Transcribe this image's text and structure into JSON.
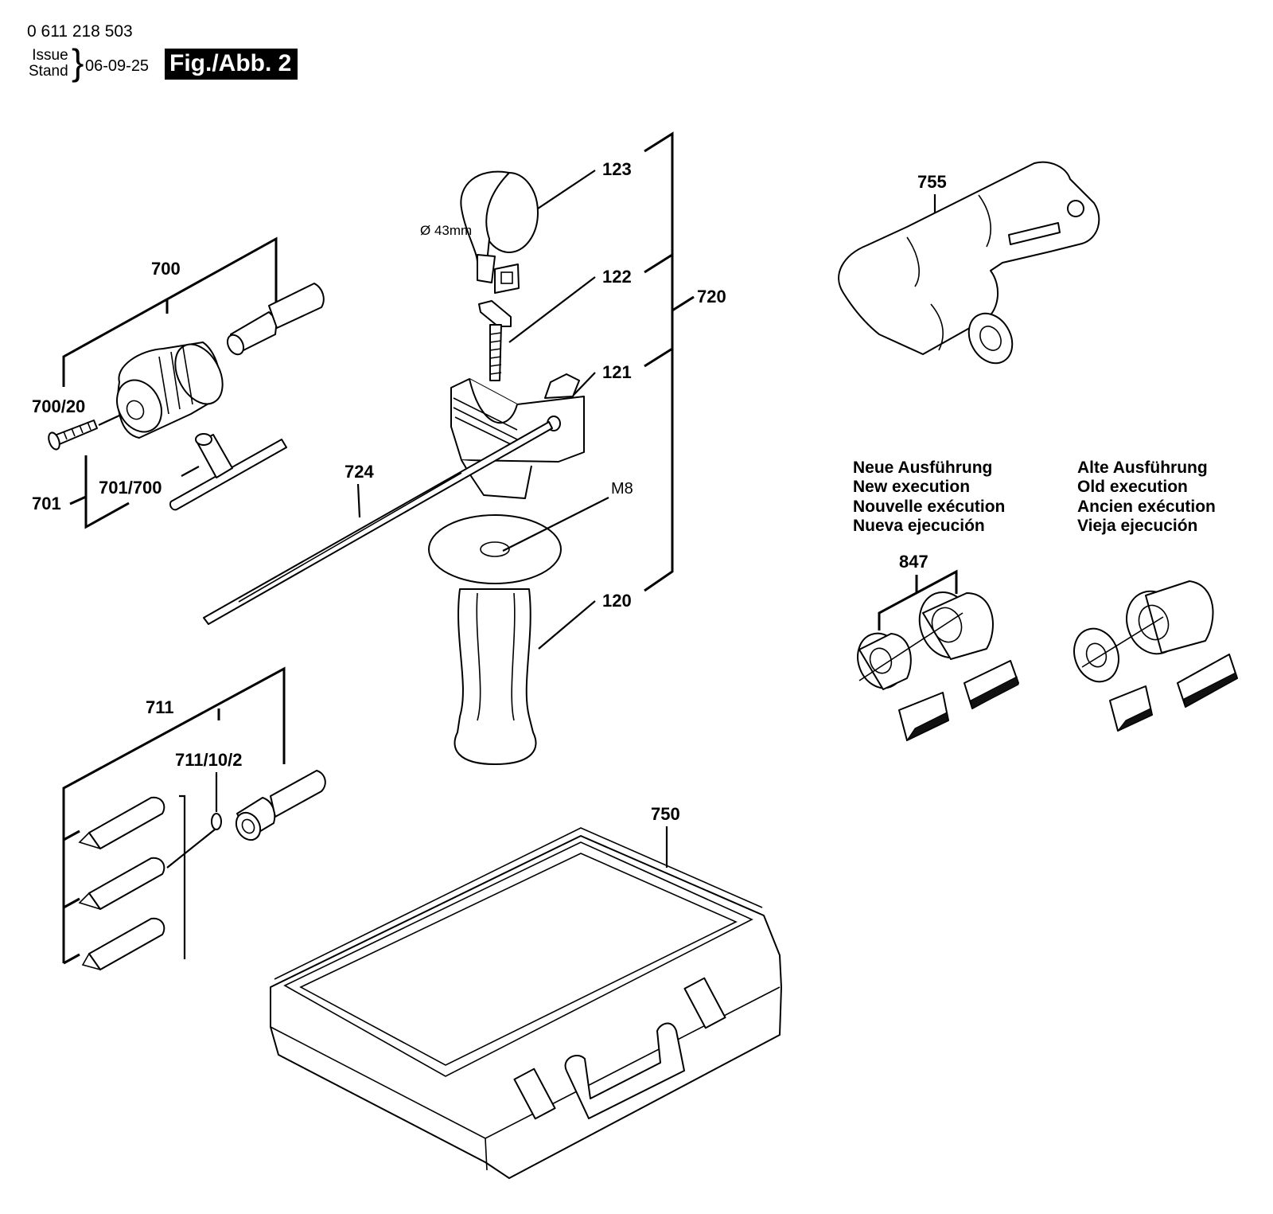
{
  "header": {
    "part_number": "0 611 218 503",
    "issue_label_line1": "Issue",
    "issue_label_line2": "Stand",
    "issue_date": "06-09-25",
    "figure_title": "Fig./Abb. 2"
  },
  "callouts": {
    "c123": "123",
    "c122": "122",
    "c121": "121",
    "c120": "120",
    "c720": "720",
    "c700": "700",
    "c700_20": "700/20",
    "c701": "701",
    "c701_700": "701/700",
    "c724": "724",
    "m8": "M8",
    "dia": "Ø 43mm",
    "c711": "711",
    "c711_10_2": "711/10/2",
    "c750": "750",
    "c755": "755",
    "c847": "847"
  },
  "notes": {
    "new_execution": [
      "Neue Ausführung",
      "New execution",
      "Nouvelle exécution",
      "Nueva ejecución"
    ],
    "old_execution": [
      "Alte Ausführung",
      "Old execution",
      "Ancien exécution",
      "Vieja ejecución"
    ]
  }
}
